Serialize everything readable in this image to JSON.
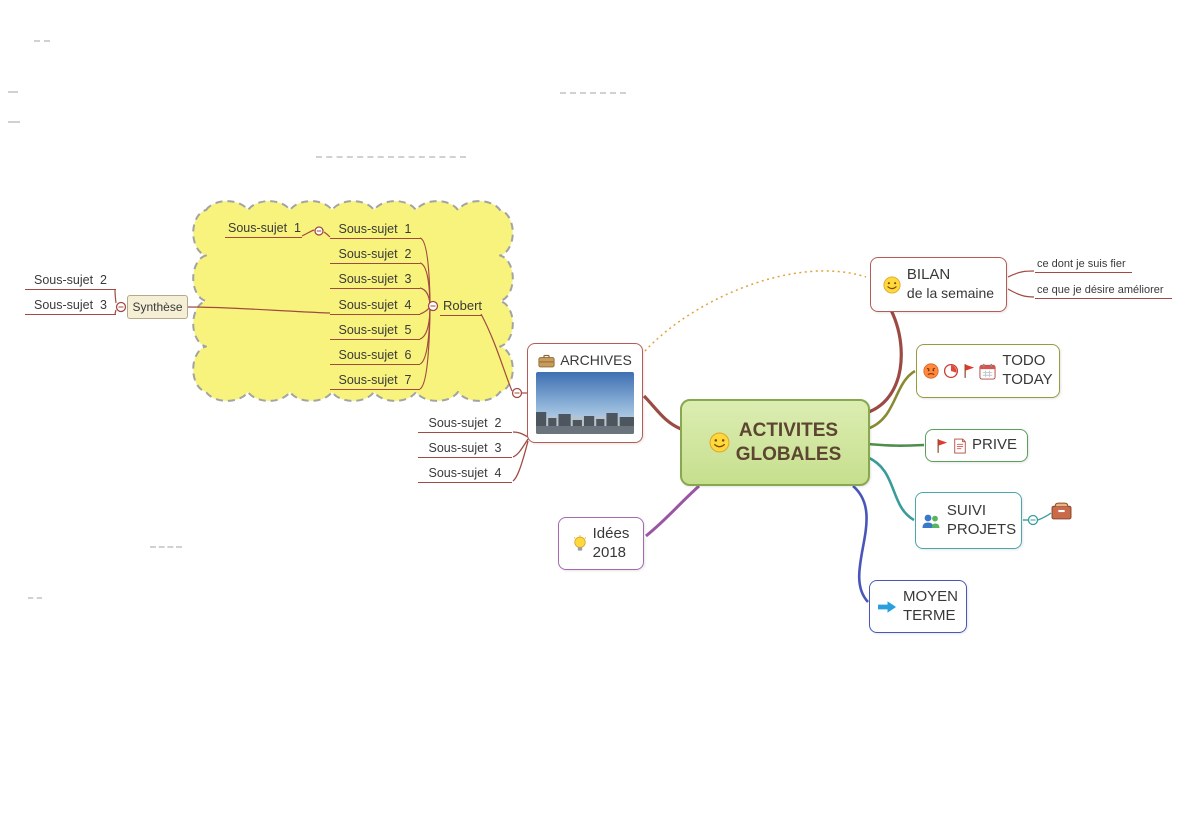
{
  "central_topic": {
    "line1": "ACTIVITES",
    "line2": "GLOBALES",
    "icon": "smiley-icon",
    "fill": "#cde39b",
    "border": "#87a84f"
  },
  "branches": {
    "archives": {
      "label": "ARCHIVES",
      "icon": "briefcase-icon",
      "image": "city-skyline-photo",
      "border": "#b65c55",
      "children_below": [
        "Sous-sujet  2",
        "Sous-sujet  3",
        "Sous-sujet  4"
      ]
    },
    "bilan": {
      "line1": "BILAN",
      "line2": "de la semaine",
      "icon": "smiley-icon",
      "border": "#b65c55",
      "children": [
        "ce dont je suis fier",
        "ce que je désire améliorer"
      ]
    },
    "todo": {
      "line1": "TODO",
      "line2": "TODAY",
      "icons": [
        "angry-icon",
        "timer-icon",
        "flag-icon",
        "calendar-icon"
      ],
      "border": "#9a9a40"
    },
    "prive": {
      "label": "PRIVE",
      "icons": [
        "flag-icon",
        "memo-icon"
      ],
      "border": "#5aa05a"
    },
    "suivi": {
      "line1": "SUIVI",
      "line2": "PROJETS",
      "icon": "people-icon",
      "attachment": "card-box-icon",
      "border": "#4aa8ac"
    },
    "moyen": {
      "line1": "MOYEN",
      "line2": "TERME",
      "icon": "arrow-right-icon",
      "border": "#4a56b9"
    },
    "idees": {
      "line1": "Idées",
      "line2": "2018",
      "icon": "lightbulb-icon",
      "border": "#a36ab0"
    }
  },
  "cloud_group": {
    "cloud_fill": "#f8f37c",
    "floating_label": "Sous-sujet  1",
    "column": [
      "Sous-sujet  1",
      "Sous-sujet  2",
      "Sous-sujet  3",
      "Sous-sujet  4",
      "Sous-sujet  5",
      "Sous-sujet  6",
      "Sous-sujet  7"
    ],
    "robert": "Robert",
    "synthese": {
      "label": "Synthèse",
      "children": [
        "Sous-sujet  2",
        "Sous-sujet  3"
      ]
    }
  }
}
